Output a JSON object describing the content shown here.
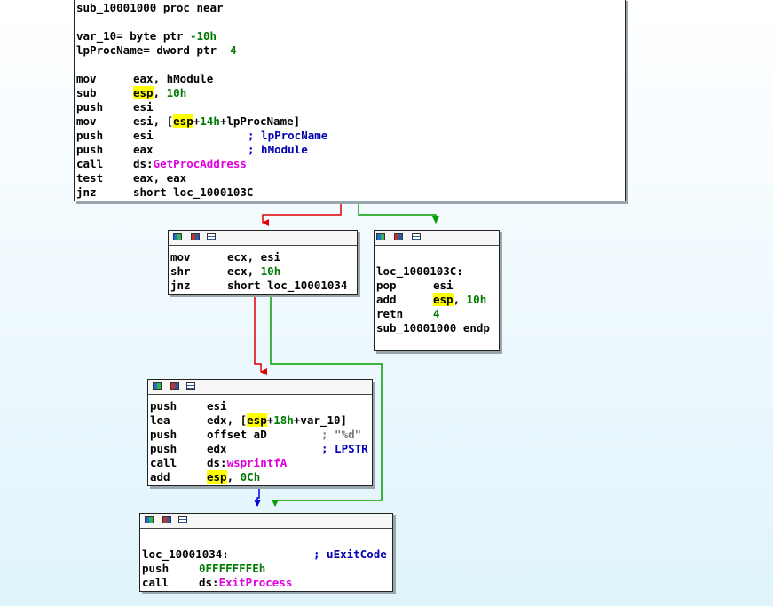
{
  "colors": {
    "edge_true": "#00a000",
    "edge_false": "#e00000",
    "edge_uncond": "#0000e0",
    "highlight": "#ffff00",
    "immediate": "#007a00",
    "import": "#e000e0",
    "comment": "#0000b0"
  },
  "header_icons": [
    "graph-color-icon",
    "graph-edit-icon",
    "graph-list-icon"
  ],
  "block1": {
    "title": "sub_10001000 proc near",
    "vars": [
      {
        "name": "var_10",
        "sep": "= ",
        "type": "byte ptr ",
        "val": "-10h"
      },
      {
        "name": "lpProcName",
        "sep": "= ",
        "type": "dword ptr  ",
        "val": "4"
      }
    ],
    "l1": {
      "m": "mov",
      "a": "eax, hModule"
    },
    "l2": {
      "m": "sub",
      "r": "esp",
      "s": ", ",
      "v": "10h"
    },
    "l3": {
      "m": "push",
      "a": "esi"
    },
    "l4": {
      "m": "mov",
      "p": "esi, [",
      "r": "esp",
      "s": "+",
      "v": "14h",
      "t": "+lpProcName]"
    },
    "l5": {
      "m": "push",
      "a": "esi",
      "c": "; lpProcName"
    },
    "l6": {
      "m": "push",
      "a": "eax",
      "c": "; hModule"
    },
    "l7": {
      "m": "call",
      "p": "ds:",
      "f": "GetProcAddress"
    },
    "l8": {
      "m": "test",
      "a": "eax, eax"
    },
    "l9": {
      "m": "jnz",
      "a": "short loc_1000103C"
    }
  },
  "block2": {
    "l1": {
      "m": "mov",
      "a": "ecx, esi"
    },
    "l2": {
      "m": "shr",
      "p": "ecx, ",
      "v": "10h"
    },
    "l3": {
      "m": "jnz",
      "a": "short loc_10001034"
    }
  },
  "block3": {
    "label": "loc_1000103C:",
    "l1": {
      "m": "pop",
      "a": "esi"
    },
    "l2": {
      "m": "add",
      "r": "esp",
      "s": ", ",
      "v": "10h"
    },
    "l3": {
      "m": "retn",
      "v": "4"
    },
    "endp": "sub_10001000 endp"
  },
  "block4": {
    "l1": {
      "m": "push",
      "a": "esi"
    },
    "l2": {
      "m": "lea",
      "p": "edx, [",
      "r": "esp",
      "s": "+",
      "v": "18h",
      "t": "+var_10]"
    },
    "l3": {
      "m": "push",
      "a": "offset aD",
      "c": "; \"%d\""
    },
    "l4": {
      "m": "push",
      "a": "edx",
      "c": "; LPSTR"
    },
    "l5": {
      "m": "call",
      "p": "ds:",
      "f": "wsprintfA"
    },
    "l6": {
      "m": "add",
      "r": "esp",
      "s": ", ",
      "v": "0Ch"
    }
  },
  "block5": {
    "label": "loc_10001034:",
    "label_comment": "; uExitCode",
    "l1": {
      "m": "push",
      "v": "0FFFFFFFEh"
    },
    "l2": {
      "m": "call",
      "p": "ds:",
      "f": "ExitProcess"
    }
  }
}
